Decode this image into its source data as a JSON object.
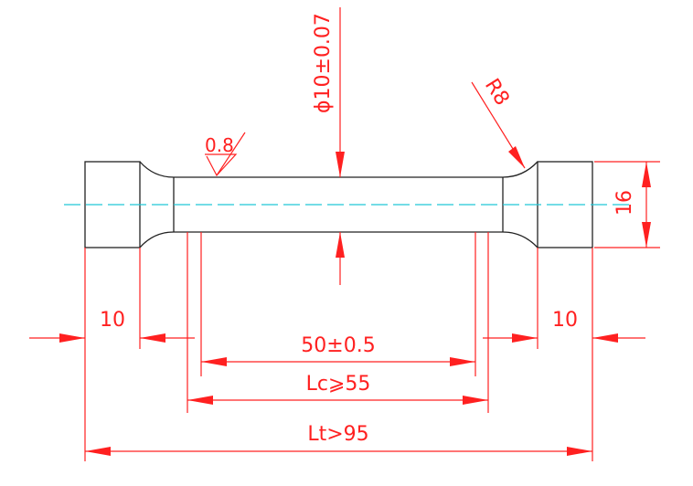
{
  "labels": {
    "diameter": "ϕ10±0.07",
    "radius": "R8",
    "roughness": "0.8",
    "height": "16",
    "grip_left": "10",
    "grip_right": "10",
    "gauge_length": "50±0.5",
    "parallel_length": "Lc⩾55",
    "total_length": "Lt>95"
  },
  "colors": {
    "dimension": "#ff2020",
    "outline": "#222222",
    "centerline": "#22c8d8"
  }
}
